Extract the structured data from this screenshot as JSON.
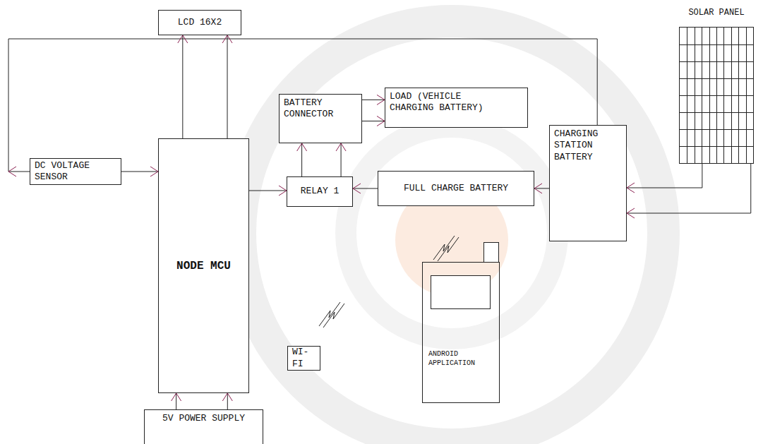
{
  "diagram": {
    "nodes": [
      {
        "text": [
          "SOLAR PANEL"
        ]
      },
      {
        "text": [
          "LCD 16X2"
        ]
      },
      {
        "text": [
          "BATTERY CONNECTOR"
        ]
      },
      {
        "text": [
          "LOAD (VEHICLE CHARGING BATTERY)"
        ]
      },
      {
        "text": [
          "DC VOLTAGE SENSOR"
        ]
      },
      {
        "text": [
          "NODE MCU"
        ]
      },
      {
        "text": [
          "RELAY 1"
        ]
      },
      {
        "text": [
          "FULL CHARGE BATTERY"
        ]
      },
      {
        "text": [
          "CHARGING STATION BATTERY"
        ]
      },
      {
        "text": [
          "WI-FI"
        ]
      },
      {
        "text": [
          "ANDROID APPLICATION"
        ]
      },
      {
        "text": [
          "5V POWER SUPPLY"
        ]
      }
    ],
    "edges": [
      {
        "from": 4,
        "to": 5,
        "arrow": "to"
      },
      {
        "from": 4,
        "to": 8,
        "arrow": "to"
      },
      {
        "from": 5,
        "to": 1,
        "arrow": "to"
      },
      {
        "from": 5,
        "to": 1,
        "arrow": "to"
      },
      {
        "from": 5,
        "to": 6,
        "arrow": "to"
      },
      {
        "from": 6,
        "to": 2,
        "arrow": "to"
      },
      {
        "from": 6,
        "to": 2,
        "arrow": "to"
      },
      {
        "from": 2,
        "to": 3,
        "arrow": "to"
      },
      {
        "from": 2,
        "to": 3,
        "arrow": "to"
      },
      {
        "from": 7,
        "to": 6,
        "arrow": "to"
      },
      {
        "from": 8,
        "to": 7,
        "arrow": "to"
      },
      {
        "from": 0,
        "to": 8,
        "arrow": "to"
      },
      {
        "from": 0,
        "to": 8,
        "arrow": "to"
      },
      {
        "from": 11,
        "to": 5,
        "arrow": "to"
      },
      {
        "from": 11,
        "to": 5,
        "arrow": "to"
      }
    ]
  }
}
